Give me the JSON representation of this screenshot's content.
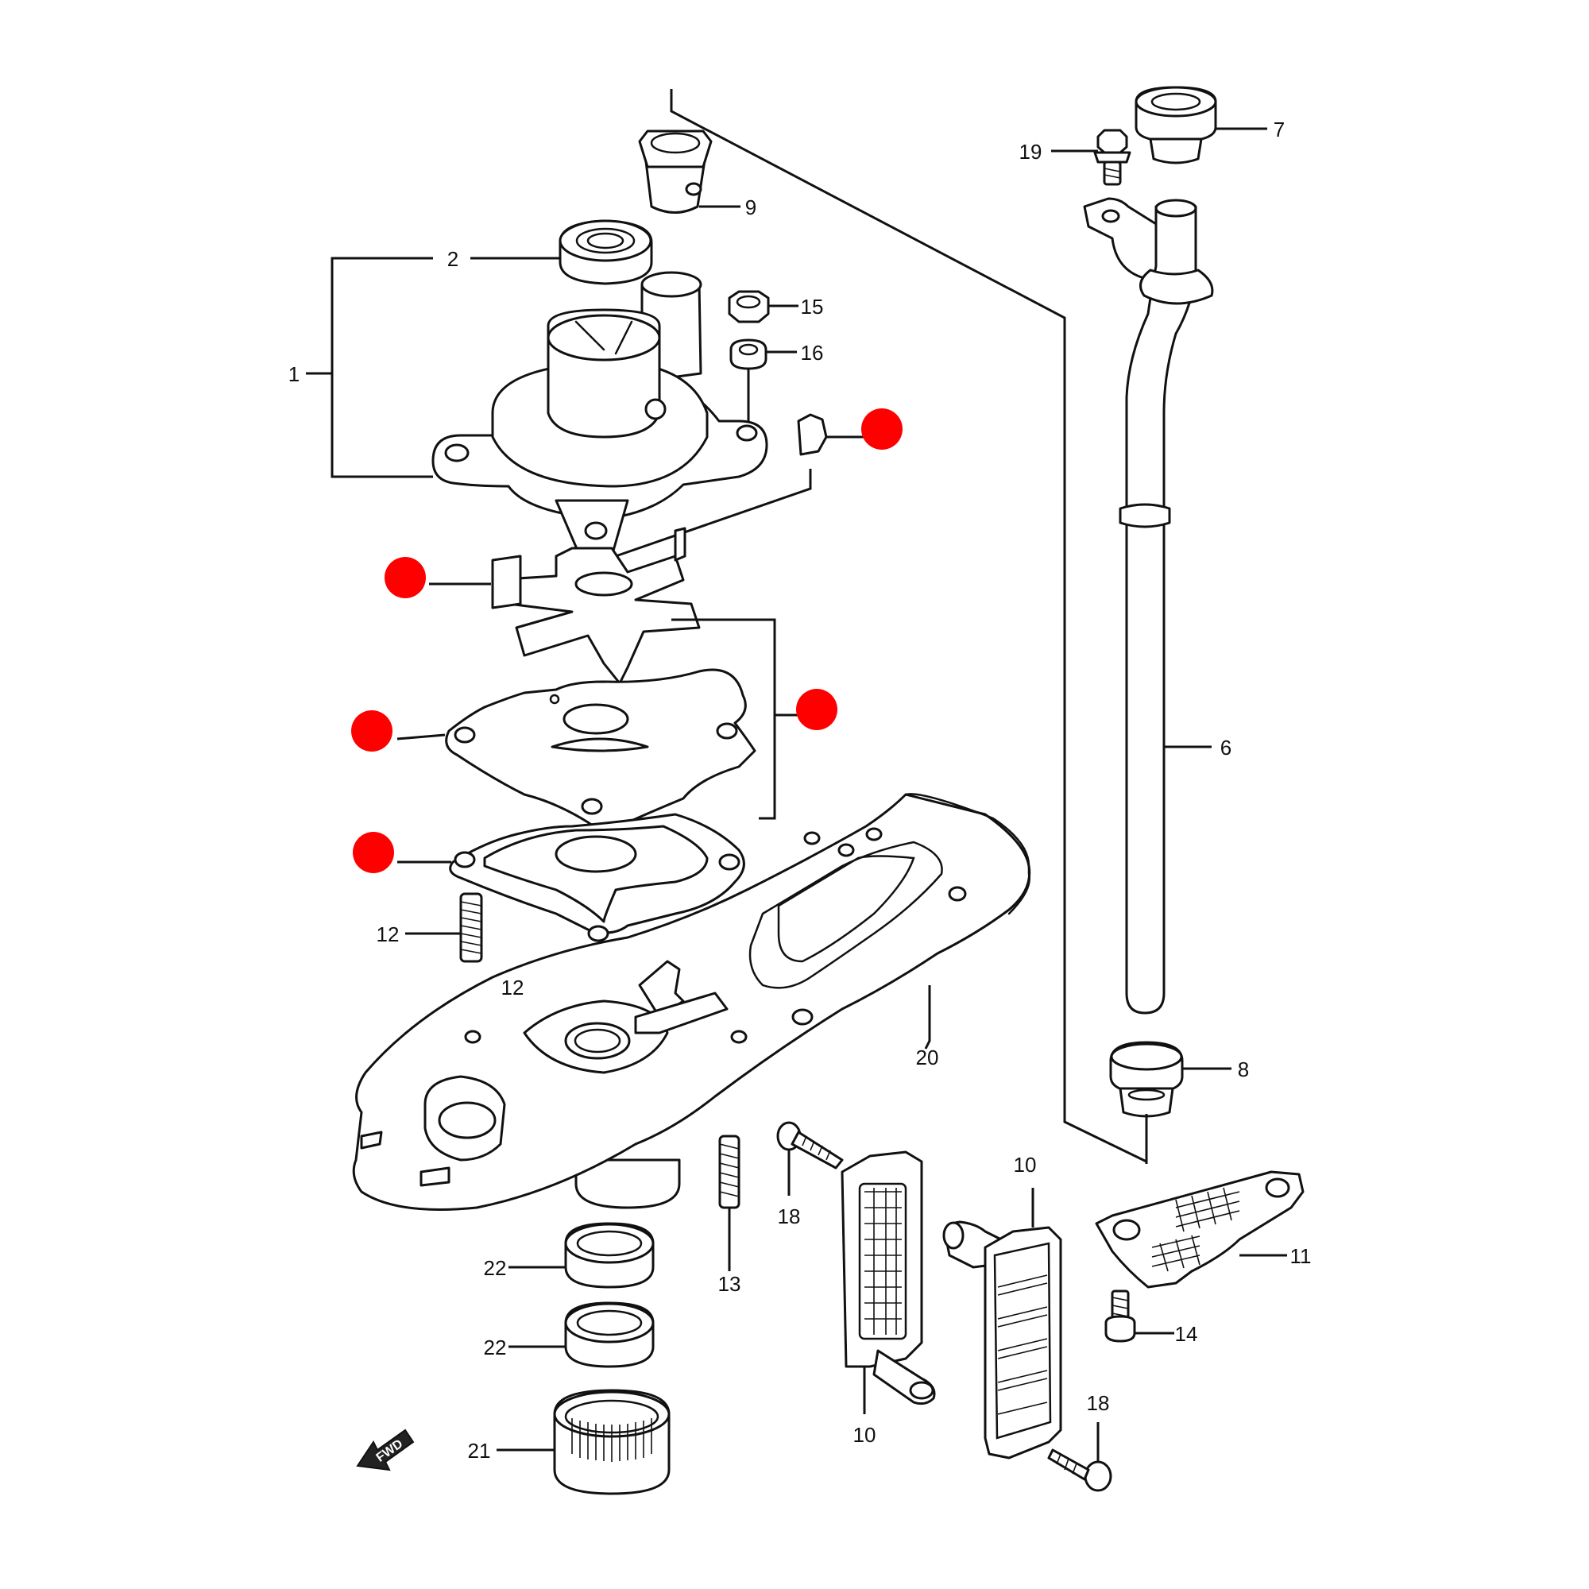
{
  "callouts": {
    "c1": "1",
    "c2": "2",
    "c6": "6",
    "c7": "7",
    "c8": "8",
    "c9": "9",
    "c10a": "10",
    "c10b": "10",
    "c11": "11",
    "c12a": "12",
    "c12b": "12",
    "c13": "13",
    "c14": "14",
    "c15": "15",
    "c16": "16",
    "c18a": "18",
    "c18b": "18",
    "c19": "19",
    "c20": "20",
    "c21": "21",
    "c22a": "22",
    "c22b": "22"
  },
  "direction_arrow": {
    "label": "FWD"
  },
  "markers": {
    "color": "#ff0000",
    "count": 5
  },
  "colors": {
    "line": "#111111",
    "background": "#ffffff"
  }
}
